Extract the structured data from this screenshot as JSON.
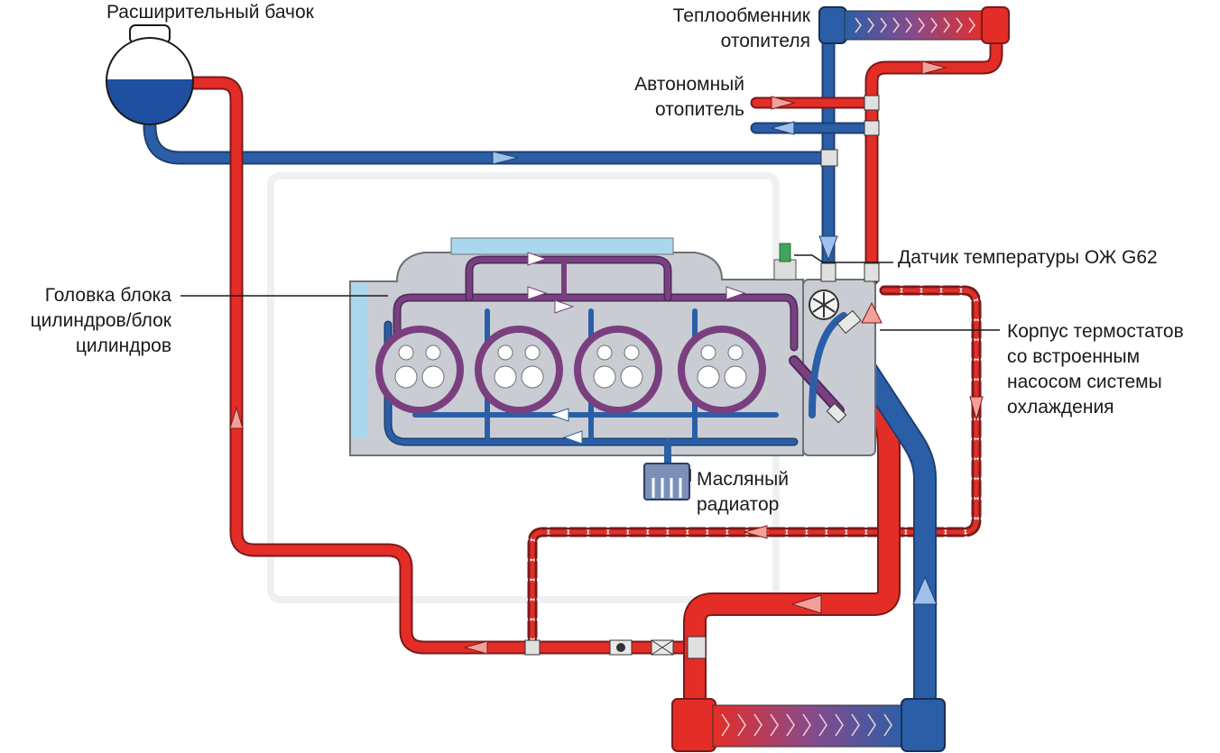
{
  "labels": {
    "expansion_tank": "Расширительный бачок",
    "heater_core": [
      "Теплообменник",
      "отопителя"
    ],
    "aux_heater": [
      "Автономный",
      "отопитель"
    ],
    "temp_sensor": "Датчик температуры ОЖ G62",
    "cylinder_head": [
      "Головка блока",
      "цилиндров/блок",
      "цилиндров"
    ],
    "thermostat_housing": [
      "Корпус термостатов",
      "со встроенным",
      "насосом системы",
      "охлаждения"
    ],
    "oil_cooler": [
      "Масляный",
      "радиатор"
    ]
  },
  "colors": {
    "hot": "#e52d27",
    "cold": "#2a5fa8",
    "mixed": "#7a3f7f",
    "engine_fill": "#c9cdd3",
    "engine_stroke": "#6e7176",
    "coolant_light": "#a9d8ee"
  },
  "icons": [
    "expansion-tank-icon",
    "heater-core-icon",
    "main-radiator-icon",
    "coolant-pump-icon",
    "temperature-sensor-icon",
    "oil-cooler-icon",
    "flow-arrow-icon"
  ]
}
